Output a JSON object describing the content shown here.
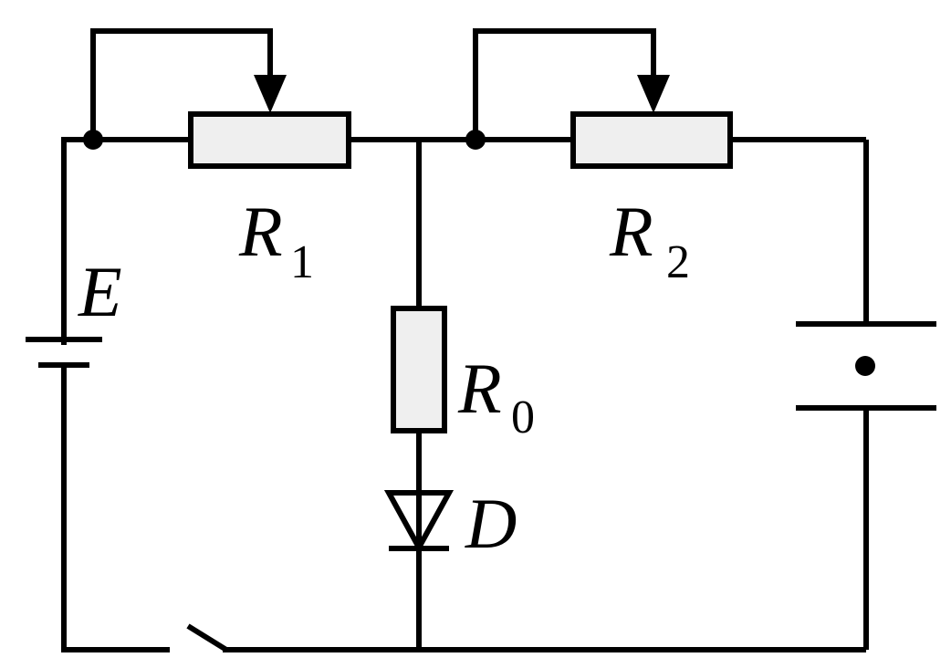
{
  "diagram": {
    "type": "circuit",
    "labels": {
      "r1": {
        "main": "R",
        "sub": "1"
      },
      "r2": {
        "main": "R",
        "sub": "2"
      },
      "r0": {
        "main": "R",
        "sub": "0"
      },
      "e": "E",
      "d": "D"
    }
  }
}
